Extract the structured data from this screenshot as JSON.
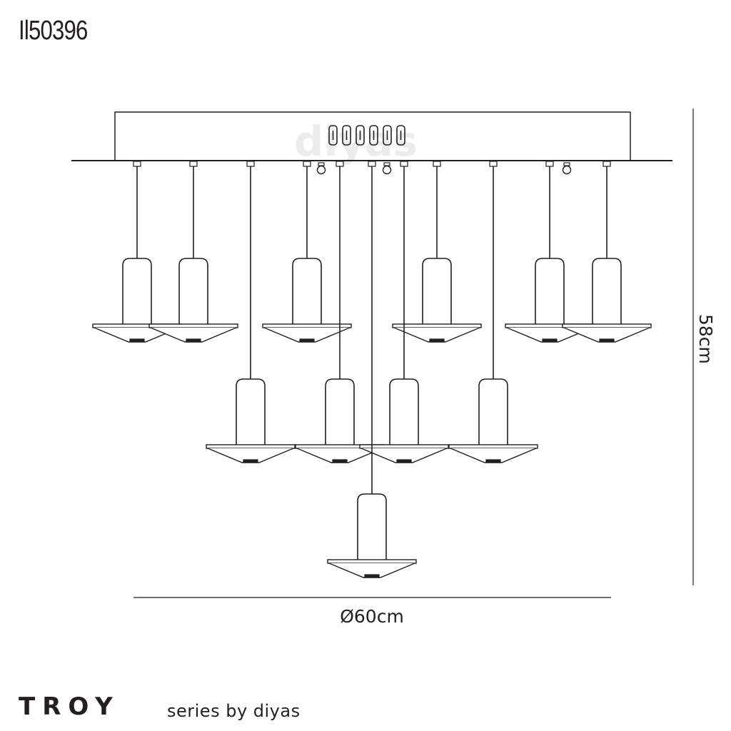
{
  "product_code": "Il50396",
  "watermark": "diyas",
  "dimensions": {
    "height_label": "58cm",
    "width_label": "Ø60cm"
  },
  "footer": {
    "brand": "TROY",
    "tagline": "series by diyas"
  },
  "colors": {
    "line": "#231f20",
    "watermark": "#ececec"
  },
  "icons": [
    "pendant-light-icon",
    "ceiling-canopy-icon",
    "led-driver-icon"
  ]
}
